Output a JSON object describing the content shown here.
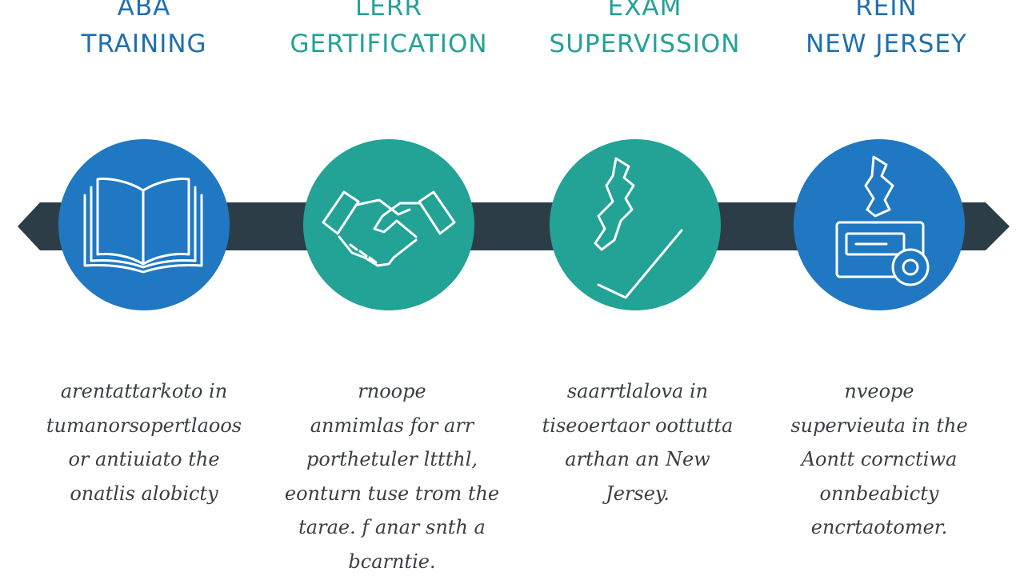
{
  "colors": {
    "blue": "#1f78c1",
    "teal": "#23a296",
    "bar": "#2d3d48",
    "white": "#ffffff"
  },
  "steps": [
    {
      "title_lines": [
        "ABA",
        "TRAINING"
      ],
      "icon": "open-book-icon",
      "color": "#1f78c1",
      "text_color": "#1f6fae",
      "description_lines": [
        "arentattarkoto in",
        "tumanorsopertlaoos",
        "or antiuiato the",
        "onatlis alobicty"
      ]
    },
    {
      "title_lines": [
        "LERR",
        "GERTIFICATION"
      ],
      "icon": "handshake-icon",
      "color": "#23a296",
      "text_color": "#23a296",
      "description_lines": [
        "rnoope",
        "anmimlas for arr",
        "porthetuler lttthl,",
        "eonturn tuse trom the",
        "tarae. f anar snth a",
        "bcarntie."
      ]
    },
    {
      "title_lines": [
        "EXAM",
        "SUPERVISSION"
      ],
      "icon": "new-jersey-check-icon",
      "color": "#23a296",
      "text_color": "#23a296",
      "description_lines": [
        "saarrtlalova in",
        "tiseoertaor oottutta",
        "arthan an New",
        "Jersey."
      ]
    },
    {
      "title_lines": [
        "REIN",
        "NEW JERSEY"
      ],
      "icon": "license-card-icon",
      "color": "#1f78c1",
      "text_color": "#1f6fae",
      "description_lines": [
        "nveope",
        "supervieuta in the",
        "Aontt cornctiwa",
        "onnbeabicty",
        "encrtaotomer."
      ]
    }
  ]
}
